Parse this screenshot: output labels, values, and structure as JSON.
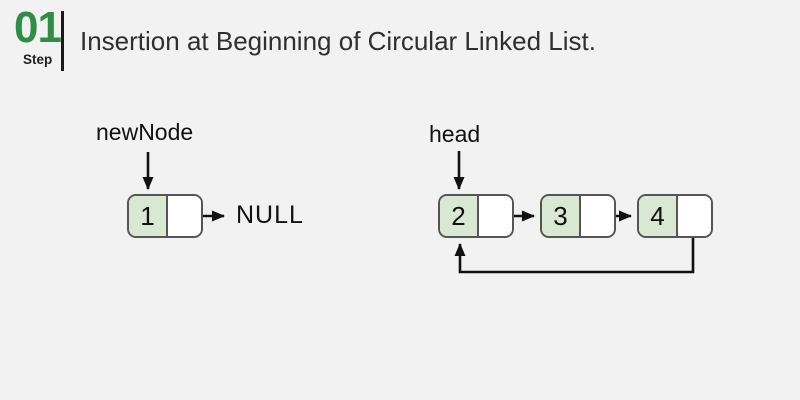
{
  "header": {
    "step_number": "01",
    "step_label": "Step",
    "title": "Insertion at Beginning of Circular Linked List."
  },
  "colors": {
    "accent_green": "#2f8d46",
    "node_fill_green": "#d9e8d2",
    "node_border": "#555555",
    "arrow_line": "#111111",
    "background": "#f2f2f2"
  },
  "new_node_diagram": {
    "pointer_label": "newNode",
    "node_value": "1",
    "next_value": "NULL"
  },
  "list_diagram": {
    "pointer_label": "head",
    "nodes": [
      {
        "value": "2"
      },
      {
        "value": "3"
      },
      {
        "value": "4"
      }
    ]
  }
}
